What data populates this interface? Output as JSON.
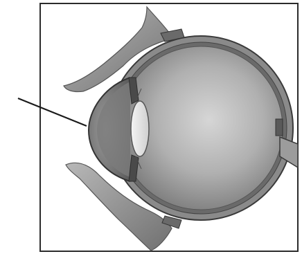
{
  "diagram": {
    "subject": "eye-cross-section",
    "style": "grayscale-illustration",
    "pointer_target": "cornea",
    "text_labels": []
  },
  "colors": {
    "background": "#ffffff",
    "frame": "#2b2b2b",
    "pointer": "#1a1a1a",
    "vitreous_light": "#d4d4d4",
    "vitreous_dark": "#7d7d7d",
    "eyelid": "#8f8f8f",
    "lens": "#ececec"
  }
}
